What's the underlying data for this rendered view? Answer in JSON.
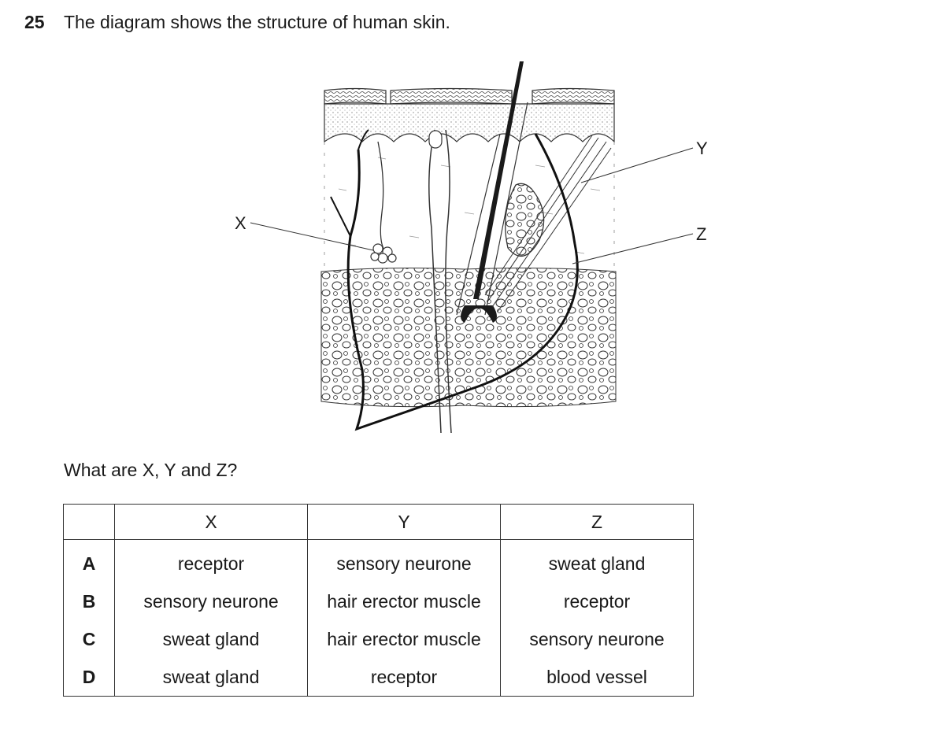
{
  "question": {
    "number": "25",
    "text": "The diagram shows the structure of human skin.",
    "prompt": "What are X, Y and Z?"
  },
  "diagram": {
    "labels": {
      "x": "X",
      "y": "Y",
      "z": "Z"
    }
  },
  "table": {
    "headers": [
      "",
      "X",
      "Y",
      "Z"
    ],
    "rows": [
      {
        "option": "A",
        "x": "receptor",
        "y": "sensory neurone",
        "z": "sweat gland"
      },
      {
        "option": "B",
        "x": "sensory neurone",
        "y": "hair erector muscle",
        "z": "receptor"
      },
      {
        "option": "C",
        "x": "sweat gland",
        "y": "hair erector muscle",
        "z": "sensory neurone"
      },
      {
        "option": "D",
        "x": "sweat gland",
        "y": "receptor",
        "z": "blood vessel"
      }
    ]
  }
}
